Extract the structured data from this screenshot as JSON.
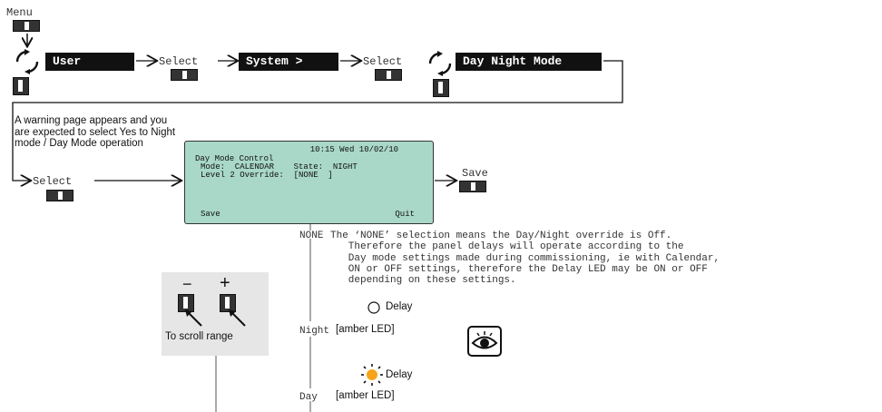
{
  "menu_label": "Menu",
  "user_box": "User",
  "system_box": "System   >",
  "daynight_box": "Day Night Mode",
  "select_label_1": "Select",
  "select_label_2": "Select",
  "select_label_3": "Select",
  "save_label": "Save",
  "warning_text": "A warning page appears and you are expected to select Yes to Night mode / Day Mode operation",
  "lcd": {
    "time": "10:15 Wed 10/02/10",
    "line1": "Day Mode Control",
    "line2": "Mode:  CALENDAR    State:  NIGHT",
    "line3": "Level 2 Override:  [NONE  ]",
    "soft_left": "Save",
    "soft_right": "Quit"
  },
  "none_label": "NONE",
  "none_text": "The ‘NONE’ selection means the Day/Night override is Off.\n   Therefore the panel delays will operate according to the\n   Day mode settings made during commissioning, ie with Calendar,\n   ON or OFF settings, therefore the Delay LED may be ON or OFF\n   depending on these settings.",
  "scroll_minus": "−",
  "scroll_plus": "+",
  "scroll_caption": "To scroll range",
  "night_label": "Night",
  "night_led_caption": "[amber LED]",
  "delay_label_off": "Delay",
  "day_label": "Day",
  "day_led_caption": "[amber LED]",
  "delay_label_on": "Delay",
  "colors": {
    "lcd_bg": "#a9d8c8",
    "led_amber": "#f5a41a",
    "scroll_panel": "#e6e6e6"
  },
  "icons": [
    "refresh-icon",
    "eye-icon",
    "key-button-icon",
    "led-off-icon",
    "led-on-icon",
    "pointer-arrow-icon"
  ]
}
